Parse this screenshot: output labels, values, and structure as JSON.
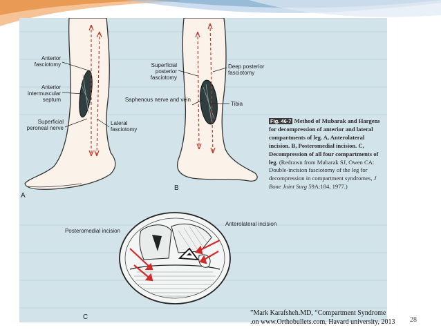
{
  "figure": {
    "panel_a": {
      "label": "A",
      "labels": {
        "anterior_fasciotomy": "Anterior fasciotomy",
        "anterior_septum": "Anterior intermuscular septum",
        "superficial_peroneal_nerve": "Superficial peroneal nerve",
        "lateral_fasciotomy": "Lateral fasciotomy"
      }
    },
    "panel_b": {
      "label": "B",
      "labels": {
        "superficial_posterior_fasciotomy": "Superficial posterior fasciotomy",
        "deep_posterior_fasciotomy": "Deep posterior fasciotomy",
        "saphenous_nerve_vein": "Saphenous nerve and vein",
        "tibia": "Tibia"
      }
    },
    "panel_c": {
      "label": "C",
      "labels": {
        "posteromedial_incision": "Posteromedial incision",
        "anterolateral_incision": "Anterolateral incision"
      }
    },
    "caption": {
      "fig_tag": "Fig. 46-7",
      "bold_text": "Method of Mubarak and Hargens for decompression of anterior and lateral compartments of leg. A, Anterolateral incision. B, Posteromedial incision. C, Decompression of all four compartments of leg.",
      "normal_text": "(Redrawn from Mubarak SJ, Owen CA: Double-incision fasciotomy of the leg for decompression in compartment syndromes,",
      "journal": "J Bone Joint Surg",
      "tail": "59A:184, 1977.)"
    }
  },
  "citation": {
    "line1": "”Mark Karafsheh.MD, “Compartment Syndrome",
    "line2": ".on www.Orthobullets.com, Havard university, 2013"
  },
  "slide_number": "28",
  "colors": {
    "page_scan": "#d3e3ea",
    "incision_red": "#c0392b",
    "arrow_red": "#d02a2a",
    "header_orange": "#e48a3a",
    "header_blue": "#6f9fc7"
  }
}
